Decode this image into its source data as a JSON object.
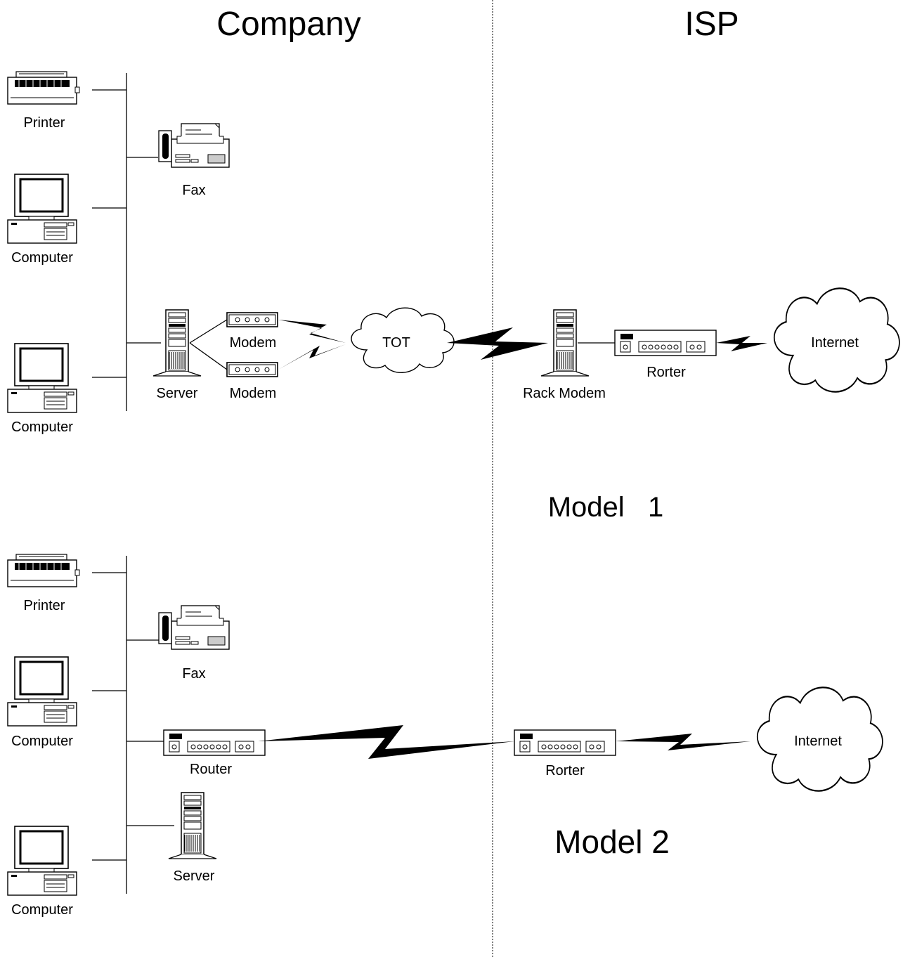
{
  "headings": {
    "company": "Company",
    "isp": "ISP"
  },
  "model1": {
    "title": "Model   1",
    "printer": "Printer",
    "fax": "Fax",
    "computer_a": "Computer",
    "computer_b": "Computer",
    "server": "Server",
    "modem_a": "Modem",
    "modem_b": "Modem",
    "tot": "TOT",
    "rack_modem": "Rack Modem",
    "isp_router": "Rorter",
    "internet": "Internet"
  },
  "model2": {
    "title": "Model 2",
    "printer": "Printer",
    "fax": "Fax",
    "computer_a": "Computer",
    "computer_b": "Computer",
    "router": "Router",
    "server": "Server",
    "isp_router": "Rorter",
    "internet": "Internet"
  },
  "icons": [
    "printer-icon",
    "fax-icon",
    "computer-icon",
    "server-icon",
    "modem-icon",
    "cloud-icon",
    "router-icon",
    "rack-modem-icon",
    "lightning-link-icon"
  ]
}
